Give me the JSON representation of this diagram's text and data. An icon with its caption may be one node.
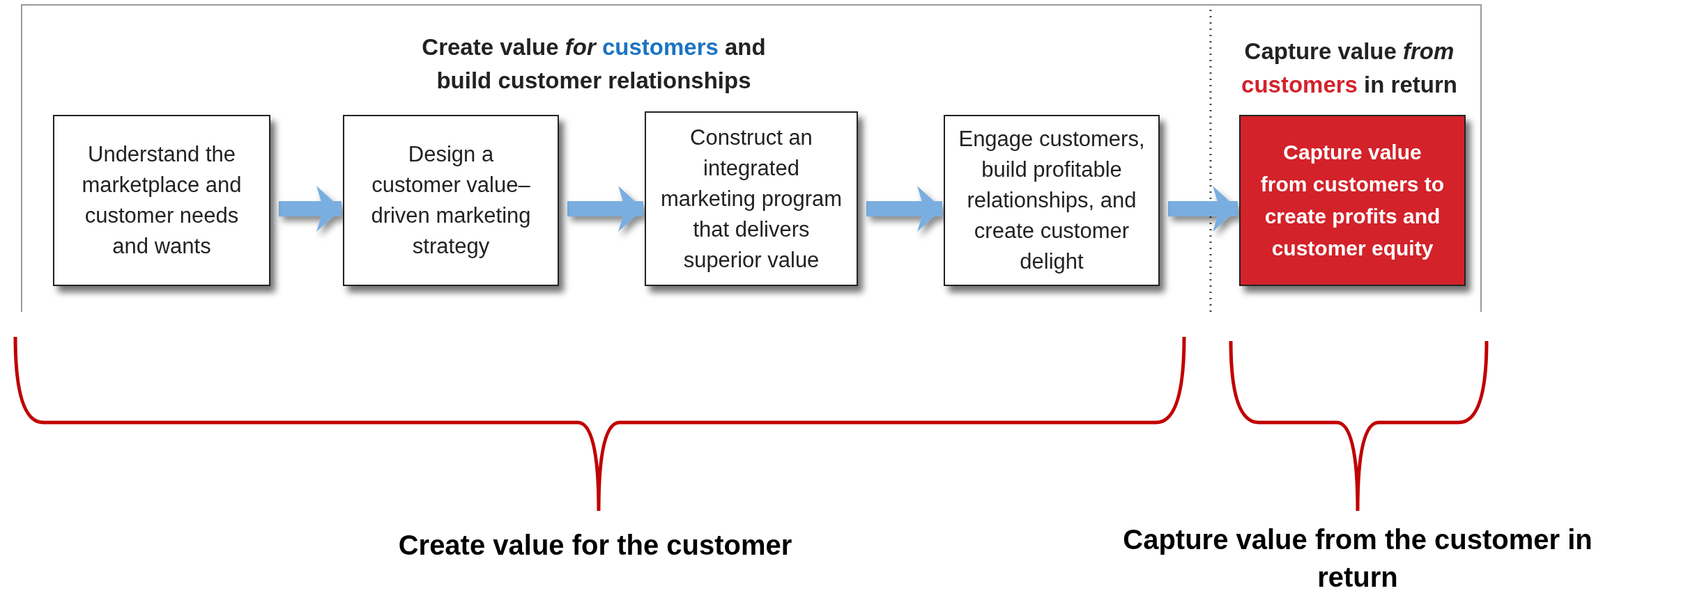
{
  "diagram": {
    "nodes": [
      {
        "text": [
          "Understand the marketplace and customer needs and wants"
        ]
      },
      {
        "text": [
          "Design a customer value–driven marketing strategy"
        ]
      },
      {
        "text": [
          "Construct an integrated marketing program that delivers superior value"
        ]
      },
      {
        "text": [
          "Engage customers, build profitable relationships, and create customer delight"
        ]
      },
      {
        "text": [
          "Capture value from customers to create profits and customer equity"
        ]
      }
    ],
    "edges": [
      {
        "from": 0,
        "to": 1,
        "arrow": "to"
      },
      {
        "from": 1,
        "to": 2,
        "arrow": "to"
      },
      {
        "from": 2,
        "to": 3,
        "arrow": "to"
      },
      {
        "from": 3,
        "to": 4,
        "arrow": "to"
      }
    ],
    "labels": [
      "Create value *for* **customers** and build customer relationships",
      "Capture value *from* **customers** in return",
      "Create value for the customer",
      "Capture value from the customer in return"
    ]
  }
}
